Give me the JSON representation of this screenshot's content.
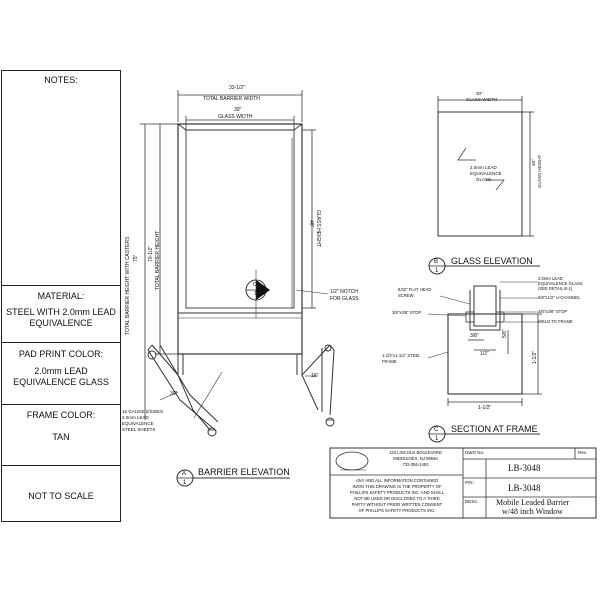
{
  "left_panel": {
    "notes_label": "NOTES:",
    "material_label": "MATERIAL:",
    "material_value": "STEEL WITH 2.0mm LEAD EQUIVALENCE",
    "pad_print_label": "PAD PRINT COLOR:",
    "pad_print_value": "2.0mm LEAD EQUIVALENCE GLASS",
    "frame_color_label": "FRAME COLOR:",
    "frame_color_value": "TAN",
    "scale_note": "NOT TO SCALE"
  },
  "barrier_elevation": {
    "total_width": "33-1/2\"",
    "total_width_label": "TOTAL BARRIER WIDTH",
    "glass_width": "30\"",
    "glass_width_label": "GLASS WIDTH",
    "height_with_casters": "75\"",
    "height_with_casters_label": "TOTAL BARRIER HEIGHT WITH CASTERS",
    "barrier_height": "70-1/2\"",
    "barrier_height_label": "TOTAL BARRIER HEIGHT",
    "glass_height": "48\"",
    "glass_height_label": "GLASS HEIGHT",
    "notch_note_1": "1/2\" NOTCH",
    "notch_note_2": "FOR GLASS",
    "depth_1": "16\"",
    "depth_2": "30\"",
    "sheet_note_1": "16 GAUGE 2/SIDES",
    "sheet_note_2": "2.0mm LEAD",
    "sheet_note_3": "EQUIVALENCE",
    "sheet_note_4": "STEEL SHEETS",
    "section_marker_top": "C",
    "section_marker_bottom": "1",
    "callout_top": "A",
    "callout_bottom": "1",
    "title": "BARRIER ELEVATION"
  },
  "glass_elevation": {
    "glass_width": "30\"",
    "glass_width_label": "GLASS WIDTH",
    "glass_height": "48\"",
    "glass_height_label": "GLASS HEIGHT",
    "glass_note_1": "2.0mm LEAD",
    "glass_note_2": "EQUIVALENCE",
    "glass_note_3": "GLASS",
    "callout_top": "B",
    "callout_bottom": "1",
    "title": "GLASS ELEVATION"
  },
  "section_at_frame": {
    "note_glass_1": "2.0mm LEAD",
    "note_glass_2": "EQUIVALENCE GLASS",
    "note_glass_3": "(SEE DETAIL B-1)",
    "note_uchannel": "5/8\"x1/2\" U-CHANNEL",
    "note_stop_right": "3/8\"x3/8\" STOP",
    "note_weld": "WELD TO FRAME",
    "note_screw_1": "8/32\" FLAT HEAD",
    "note_screw_2": "SCREW",
    "note_stop_left": "3/8\"x3/8\" STOP",
    "note_frame_1": "1-1/2\"x1-1/2\" STEEL",
    "note_frame_2": "FRAME",
    "dim_38": "3/8\"",
    "dim_12": "1/2\"",
    "dim_58": "5/8\"",
    "dim_112_v": "1-1/2\"",
    "dim_112_h": "1-1/2\"",
    "callout_top": "C",
    "callout_bottom": "1",
    "title": "SECTION AT FRAME"
  },
  "title_block": {
    "address_1": "123 LINCOLN BOULEVARD",
    "address_2": "MIDDLESEX, NJ 08846",
    "address_3": "732-356-1493",
    "disclaimer_1": "ANY AND ALL INFORMATION CONTAINED",
    "disclaimer_2": "IN/ON THIS DRAWING IS THE PROPERTY OF",
    "disclaimer_3": "PHILLIPS SAFETY PRODUCTS INC. AND SHALL",
    "disclaimer_4": "NOT BE USED OR DISCLOSED TO A THIRD",
    "disclaimer_5": "PARTY WITHOUT PRIOR WRITTEN CONSENT",
    "disclaimer_6": "OF PHILLIPS SAFETY PRODUCTS INC.",
    "dwg_label": "DWG No.",
    "rev_label": "Rev.",
    "dwg_value": "LB-3048",
    "pn_label": "P/N:",
    "pn_value": "LB-3048",
    "desc_label": "DESC.",
    "desc_1": "Mobile Leaded Barrier",
    "desc_2": "w/48 inch Window"
  }
}
